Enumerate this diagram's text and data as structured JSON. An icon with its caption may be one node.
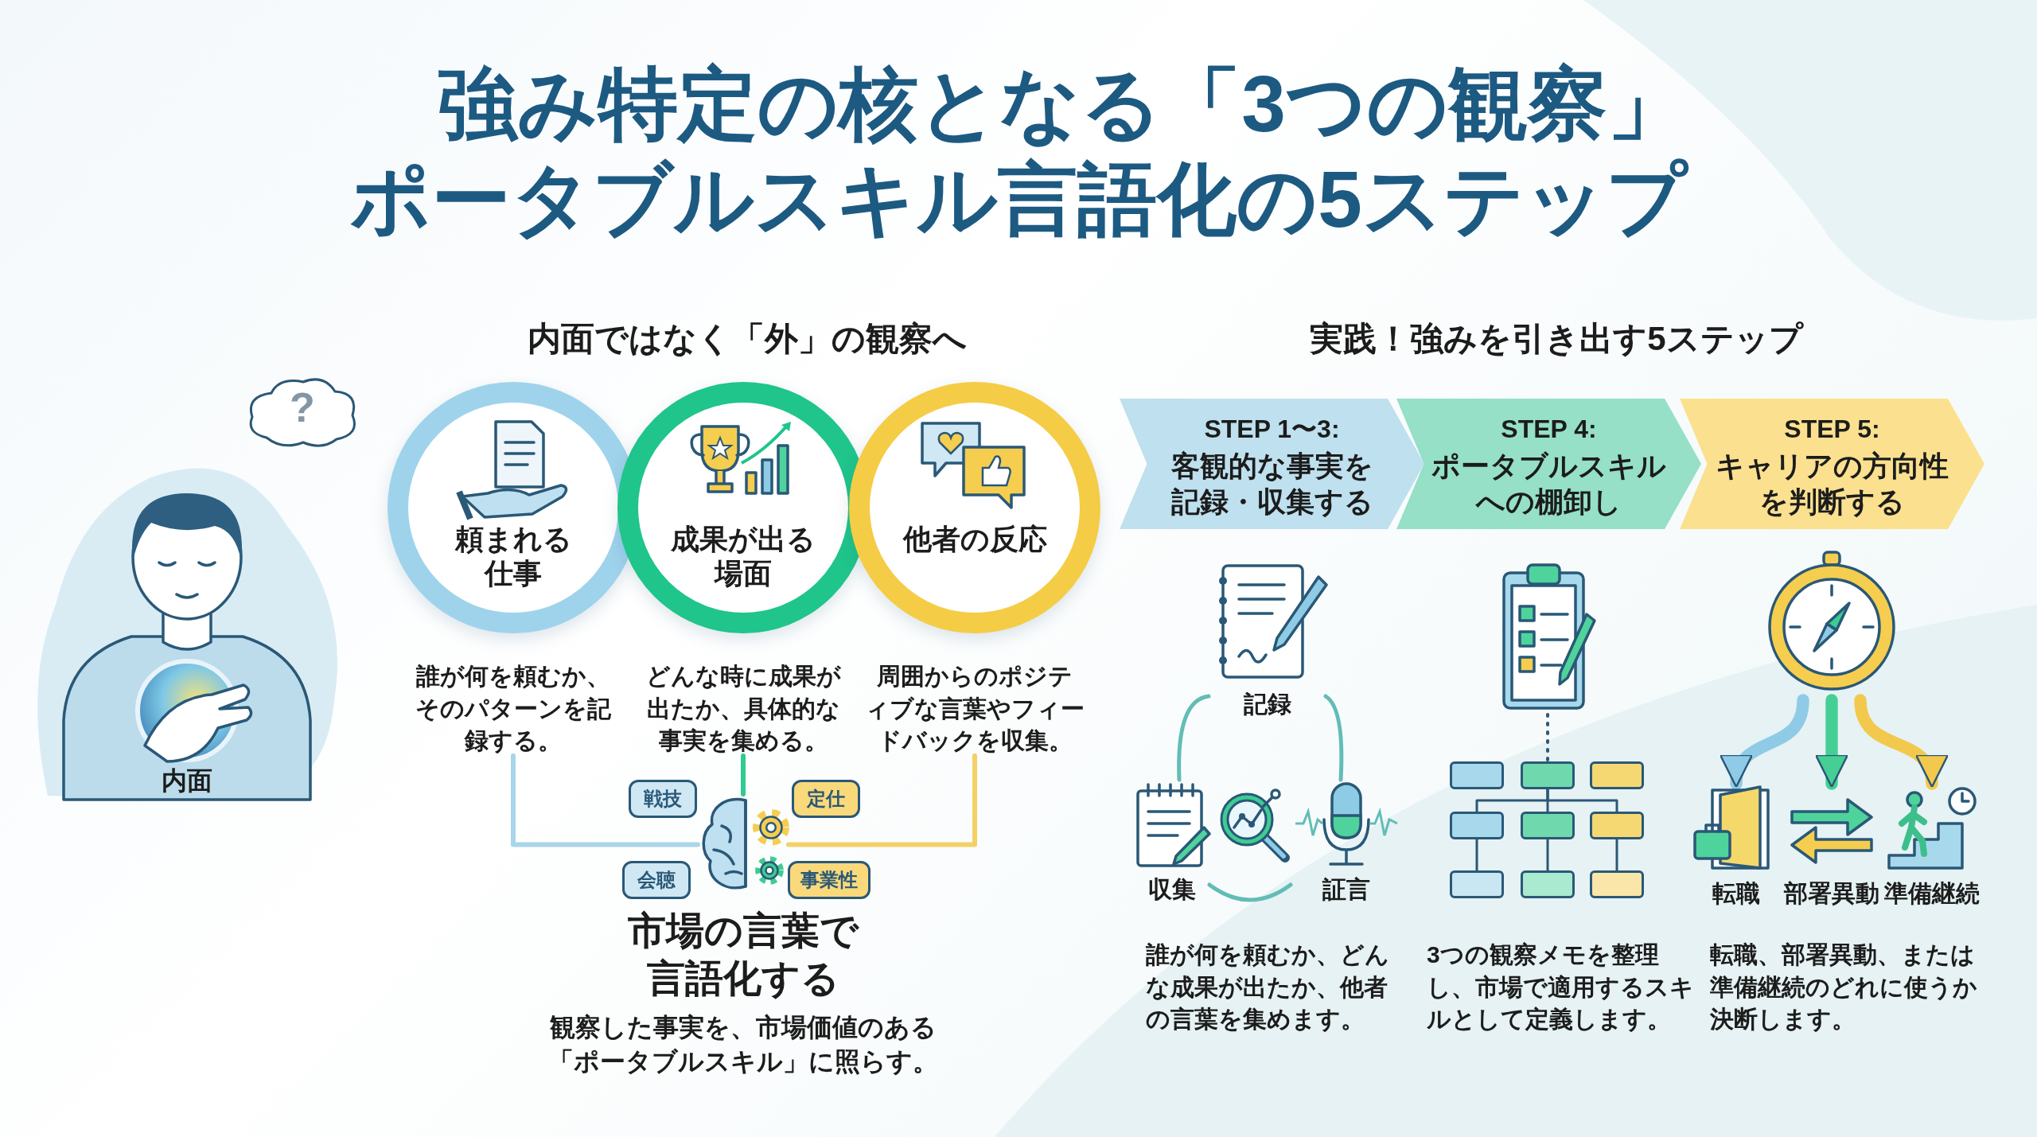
{
  "diagram": {
    "title": "強み特定の核となる「3つの観察」ポータブルスキル言語化の5ステップ",
    "nodes": [
      {
        "text": [
          "内面"
        ]
      },
      {
        "text": [
          "?"
        ]
      },
      {
        "text": [
          "頼まれる仕事"
        ],
        "beside": [
          "誰が何を頼むか、そのパターンを記録する。"
        ]
      },
      {
        "text": [
          "成果が出る場面"
        ],
        "beside": [
          "どんな時に成果が出たか、具体的な事実を集める。"
        ]
      },
      {
        "text": [
          "他者の反応"
        ],
        "beside": [
          "周囲からのポジティブな言葉やフィードバックを収集。"
        ]
      },
      {
        "text": [],
        "shape": "picture",
        "beside": [
          "市場の言葉で言語化する",
          "観察した事実を、市場価値のある「ポータブルスキル」に照らす。"
        ]
      },
      {
        "text": [
          "戦技"
        ]
      },
      {
        "text": [
          "定仕"
        ]
      },
      {
        "text": [
          "会聴"
        ]
      },
      {
        "text": [
          "事業性"
        ]
      },
      {
        "text": [
          "STEP 1〜3:",
          "客観的な事実を記録・収集する"
        ]
      },
      {
        "text": [
          "STEP 4:",
          "ポータブルスキルへの棚卸し"
        ]
      },
      {
        "text": [
          "STEP 5:",
          "キャリアの方向性を判断する"
        ]
      },
      {
        "text": [],
        "shape": "picture",
        "beside": [
          "記録"
        ]
      },
      {
        "text": [],
        "shape": "picture",
        "beside": [
          "収集"
        ]
      },
      {
        "text": [],
        "shape": "picture"
      },
      {
        "text": [],
        "shape": "picture",
        "beside": [
          "証言"
        ]
      },
      {
        "text": [],
        "shape": "picture"
      },
      {
        "text": [],
        "shape": "box"
      },
      {
        "text": [],
        "shape": "box"
      },
      {
        "text": [],
        "shape": "box"
      },
      {
        "text": [],
        "shape": "box"
      },
      {
        "text": [],
        "shape": "box"
      },
      {
        "text": [],
        "shape": "box"
      },
      {
        "text": [],
        "shape": "box"
      },
      {
        "text": [],
        "shape": "box"
      },
      {
        "text": [],
        "shape": "box"
      },
      {
        "text": [],
        "shape": "picture"
      },
      {
        "text": [],
        "shape": "picture",
        "beside": [
          "転職"
        ]
      },
      {
        "text": [],
        "shape": "picture",
        "beside": [
          "部署異動"
        ]
      },
      {
        "text": [],
        "shape": "picture",
        "beside": [
          "準備継続"
        ]
      }
    ],
    "edges": [
      {
        "from": 2,
        "to": 5,
        "arrow": "none",
        "color": "#a9d5ea"
      },
      {
        "from": 3,
        "to": 5,
        "arrow": "none",
        "color": "#2fcb90"
      },
      {
        "from": 4,
        "to": 5,
        "arrow": "none",
        "color": "#f3d168"
      },
      {
        "from": 13,
        "to": 14,
        "arrow": "none",
        "color": "#62bdb6"
      },
      {
        "from": 14,
        "to": 16,
        "arrow": "none",
        "color": "#62bdb6"
      },
      {
        "from": 16,
        "to": 13,
        "arrow": "none",
        "color": "#62bdb6"
      },
      {
        "from": 17,
        "to": 19,
        "arrow": "none",
        "style": "dashed"
      },
      {
        "from": 19,
        "to": 21,
        "arrow": "none"
      },
      {
        "from": 19,
        "to": 22,
        "arrow": "none"
      },
      {
        "from": 19,
        "to": 23,
        "arrow": "none"
      },
      {
        "from": 21,
        "to": 24,
        "arrow": "none"
      },
      {
        "from": 22,
        "to": 25,
        "arrow": "none"
      },
      {
        "from": 23,
        "to": 26,
        "arrow": "none"
      },
      {
        "from": 27,
        "to": 28,
        "arrow": "to",
        "style": "thick",
        "color": "#8fcbe6"
      },
      {
        "from": 27,
        "to": 29,
        "arrow": "to",
        "style": "thick",
        "color": "#46cf95"
      },
      {
        "from": 27,
        "to": 30,
        "arrow": "to",
        "style": "thick",
        "color": "#f2c94c"
      }
    ],
    "labels": [
      "内面ではなく「外」の観察へ",
      "実践！強みを引き出す5ステップ",
      "誰が何を頼むか、どんな成果が出たか、他者の言葉を集めます。",
      "3つの観察メモを整理し、市場で適用するスキルとして定義します。",
      "転職、部署異動、または準備継続のどれに使うか決断します。"
    ]
  }
}
